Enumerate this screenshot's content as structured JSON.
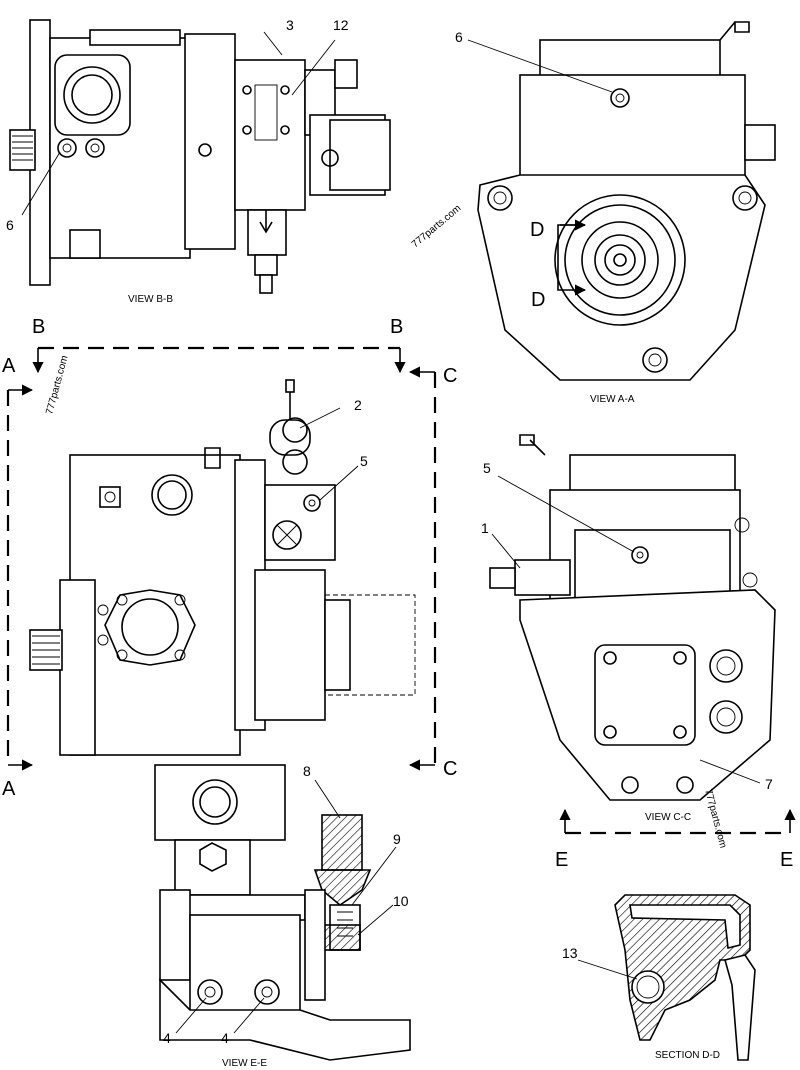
{
  "views": {
    "bb": {
      "caption": "VIEW B-B",
      "callouts": [
        "3",
        "12",
        "6"
      ]
    },
    "aa": {
      "caption": "VIEW A-A",
      "callouts": [
        "6"
      ],
      "section_letters": [
        "D",
        "D"
      ]
    },
    "main": {
      "callouts": [
        "2",
        "5"
      ]
    },
    "cc": {
      "caption": "VIEW C-C",
      "callouts": [
        "5",
        "1",
        "7"
      ]
    },
    "ee": {
      "caption": "VIEW E-E",
      "callouts": [
        "8",
        "9",
        "10",
        "4",
        "4"
      ]
    },
    "dd": {
      "caption": "SECTION D-D",
      "callouts": [
        "13"
      ]
    }
  },
  "section_markers": {
    "b_left": "B",
    "b_right": "B",
    "a_top": "A",
    "a_bottom": "A",
    "c_top": "C",
    "c_bottom": "C",
    "e_left": "E",
    "e_right": "E"
  },
  "watermarks": [
    "777parts.com",
    "777parts.com",
    "777parts.com"
  ]
}
